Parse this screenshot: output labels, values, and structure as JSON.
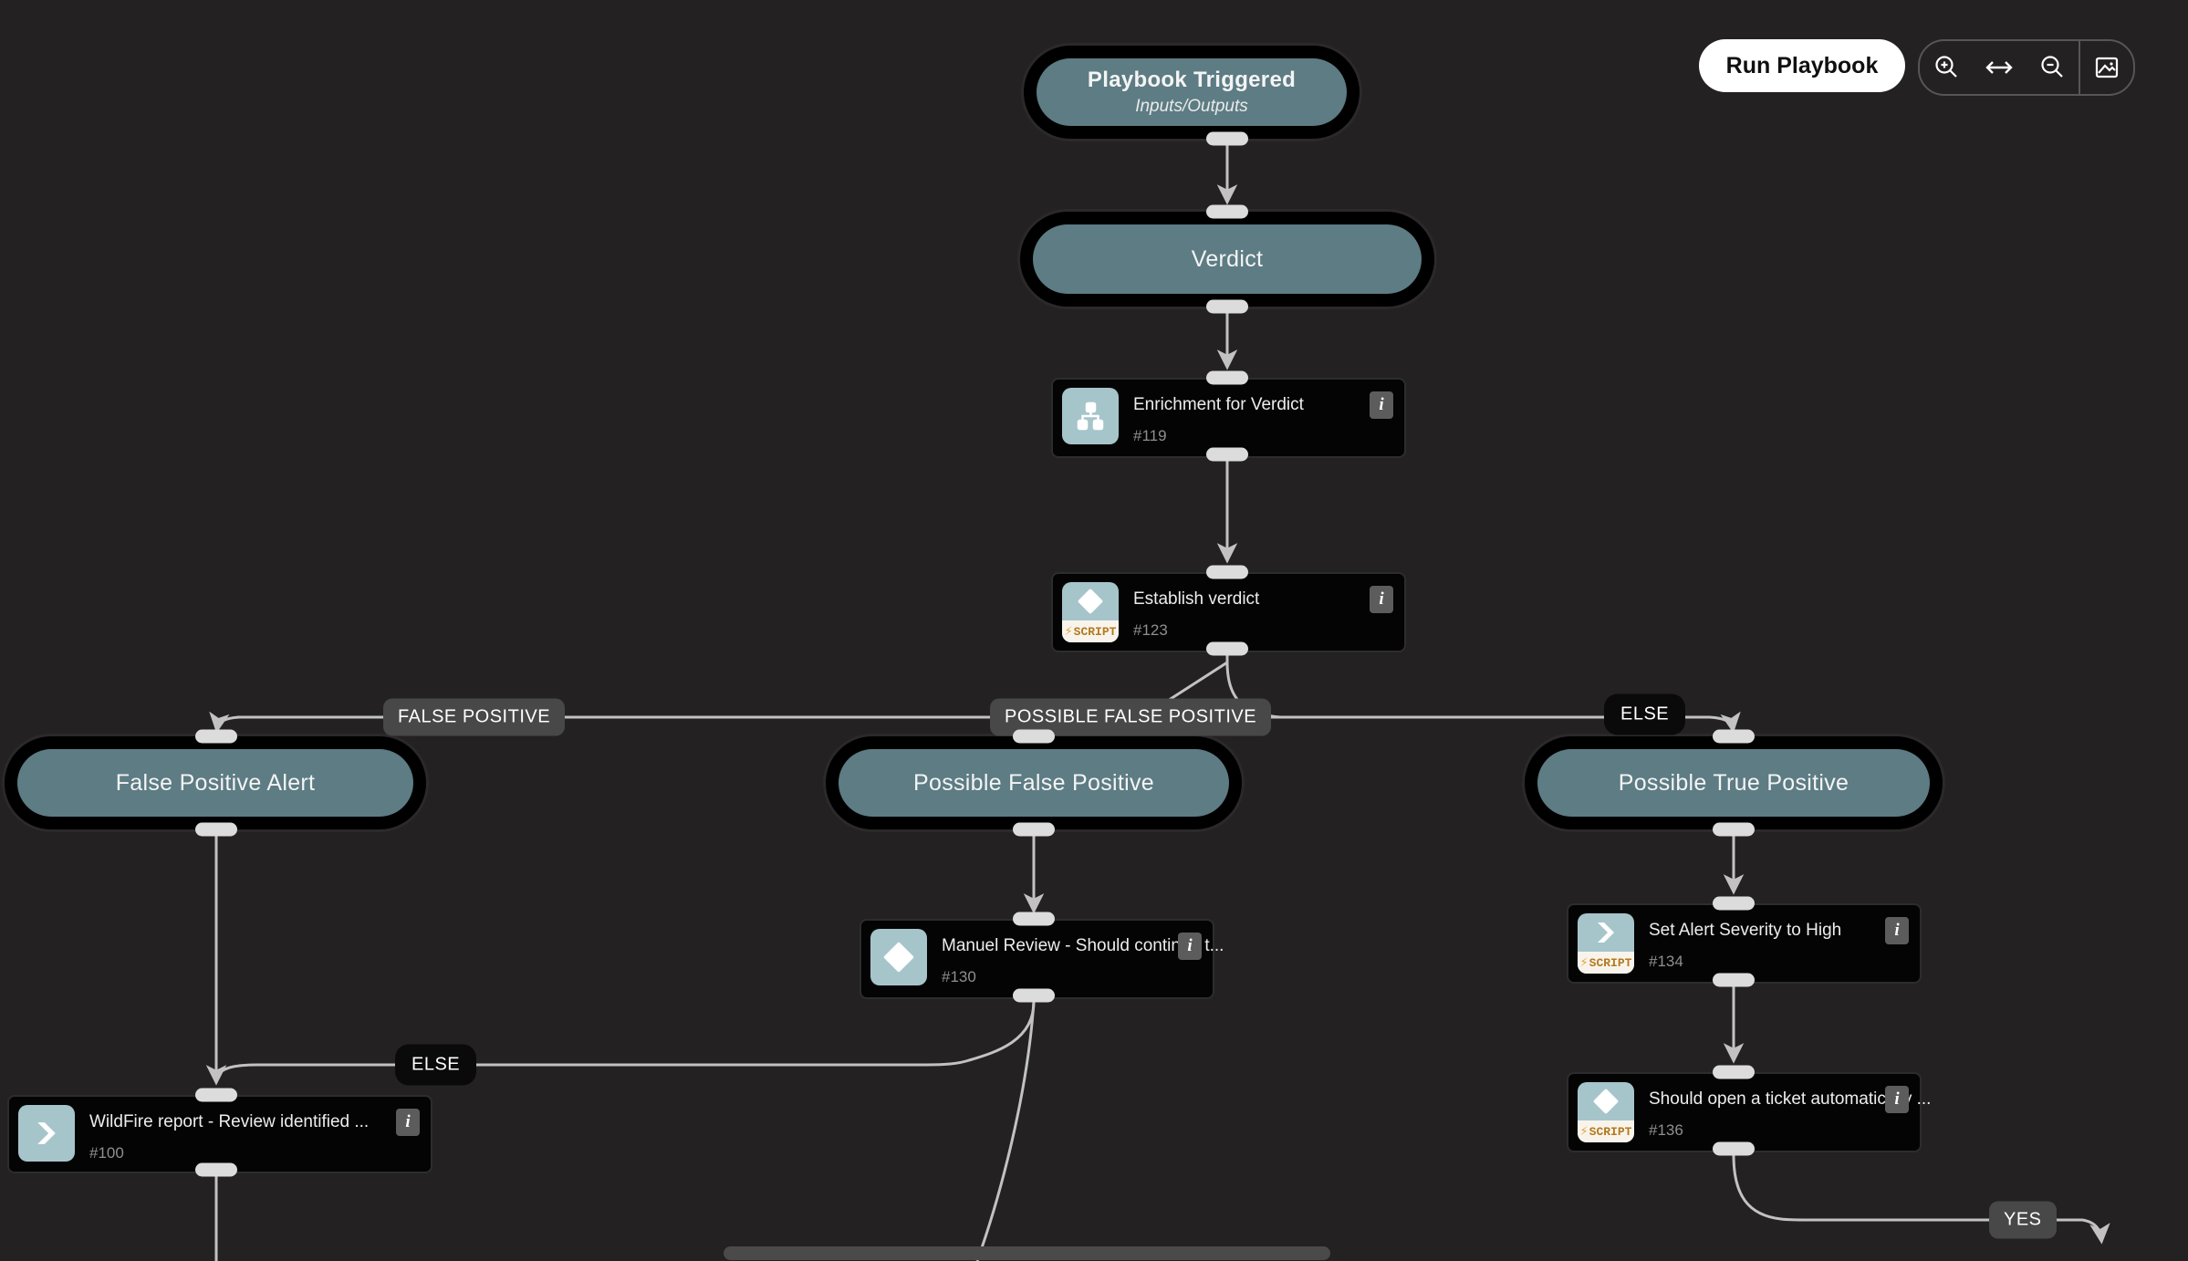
{
  "toolbar": {
    "run_button": "Run Playbook"
  },
  "tasks": {
    "playbook_triggered": {
      "title": "Playbook Triggered",
      "subtitle": "Inputs/Outputs"
    },
    "verdict": {
      "title": "Verdict"
    },
    "enrichment_for_verdict": {
      "title": "Enrichment for Verdict",
      "task_id": "#119"
    },
    "establish_verdict": {
      "title": "Establish verdict",
      "task_id": "#123"
    },
    "false_positive_alert": {
      "title": "False Positive Alert"
    },
    "possible_false_positive": {
      "title": "Possible False Positive"
    },
    "possible_true_positive": {
      "title": "Possible True Positive"
    },
    "manual_review": {
      "title": "Manuel Review - Should continue t...",
      "task_id": "#130"
    },
    "set_alert_severity": {
      "title": "Set Alert Severity to High",
      "task_id": "#134"
    },
    "should_open_ticket": {
      "title": "Should open a ticket automatically ...",
      "task_id": "#136"
    },
    "wildfire_report": {
      "title": "WildFire report - Review identified ...",
      "task_id": "#100"
    }
  },
  "edge_labels": {
    "false_positive": "FALSE POSITIVE",
    "possible_false_positive": "POSSIBLE FALSE POSITIVE",
    "else_top": "ELSE",
    "else_bottom": "ELSE",
    "yes": "YES"
  },
  "badges": {
    "script": "SCRIPT",
    "bolt": "⚡",
    "info_glyph": "i"
  },
  "colors": {
    "background": "#232121",
    "section_pill": "#5d7c84",
    "icon_tile": "#a6c5cb",
    "edge_line": "#c2c2c2",
    "label_gray": "#484848",
    "label_black": "#0a0a0a",
    "script_text": "#b5791c"
  }
}
